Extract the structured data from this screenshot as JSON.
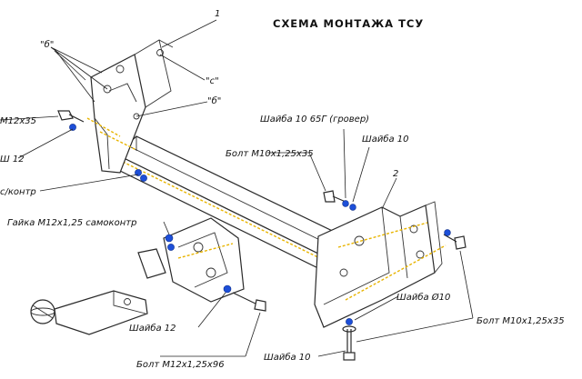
{
  "title": "СХЕМА МОНТАЖА ТСУ",
  "callouts": {
    "one": "1",
    "two": "2",
    "b_a": "\"б\"",
    "c": "\"с\"",
    "b_b": "\"б\""
  },
  "labels": {
    "bolt_m12x35": "М12х35",
    "washer_12_left": "Ш 12",
    "locknut": "с/контр",
    "nut_self_locking": "Гайка М12х1,25 самоконтр",
    "washer_12_bottom": "Шайба 12",
    "bolt_m12x96": "Болт М12х1,25х96",
    "washer_10_65": "Шайба 10 65Г (гровер)",
    "washer_10_top": "Шайба 10",
    "bolt_m10x35_top": "Болт М10х1,25х35",
    "washer_d10": "Шайба Ø10",
    "bolt_m10x35_right": "Болт М10х1,25х35",
    "washer_10_bottom": "Шайба 10"
  }
}
